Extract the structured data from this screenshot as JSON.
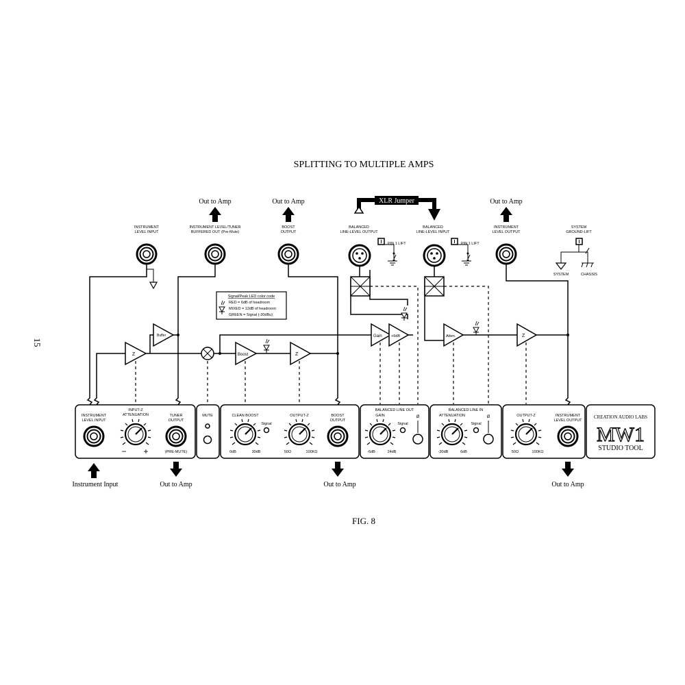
{
  "page_number": "15",
  "title": "SPLITTING TO MULTIPLE AMPS",
  "figure_caption": "FIG. 8",
  "arrows": {
    "out_to_amp": "Out to Amp",
    "instrument_input": "Instrument Input"
  },
  "xlr_jumper": "XLR Jumper",
  "top_jacks": {
    "instrument_level_input": [
      "INSTRUMENT",
      "LEVEL INPUT"
    ],
    "buffered_out": [
      "INSTRUMENT LEVEL/TUNER",
      "BUFFERED OUT (Pre-Mute)"
    ],
    "boost_output": [
      "BOOST",
      "OUTPUT"
    ],
    "balanced_line_output": [
      "BALANCED",
      "LINE-LEVEL OUTPUT"
    ],
    "balanced_line_input": [
      "BALANCED",
      "LINE-LEVEL INPUT"
    ],
    "instrument_level_output": [
      "INSTRUMENT",
      "LEVEL OUTPUT"
    ],
    "system_ground_lift": [
      "SYSTEM",
      "GROUND-LIFT"
    ]
  },
  "pin1_lift": "PIN 1 LIFT",
  "ground": {
    "system": "SYSTEM",
    "chassis": "CHASSIS"
  },
  "led_legend": {
    "title": "Signal/Peak LED color code",
    "red": "RED = 6dB of headroom",
    "mixed": "MIXED = 12dB of headroom",
    "green": "GREEN = Signal (-30dBu)"
  },
  "blocks": {
    "z": "Z",
    "buffer": "Buffer",
    "boost": "Boost",
    "gain": "Gain",
    "plus6db": "+6dB",
    "atten": "Atten."
  },
  "panel": {
    "p1": {
      "inst_input": [
        "INSTRUMENT",
        "LEVEL INPUT"
      ],
      "input_z": [
        "INPUT-Z",
        "ATTENUATION"
      ],
      "minus": "−",
      "plus": "+",
      "tuner": [
        "TUNER",
        "OUTPUT"
      ],
      "pre_mute": "(PRE-MUTE)"
    },
    "mute": "MUTE",
    "p2": {
      "clean_boost": "CLEAN BOOST",
      "signal": "Signal",
      "cb_min": "0dB",
      "cb_max": "30dB",
      "output_z": "OUTPUT-Z",
      "oz_min": "50Ω",
      "oz_max": "100KΩ",
      "boost_output": [
        "BOOST",
        "OUTPUT"
      ]
    },
    "p3": {
      "title": "BALANCED LINE OUT",
      "gain": "GAIN",
      "signal": "Signal",
      "phase": "Ø",
      "min": "-6dB",
      "max": "24dB"
    },
    "p4": {
      "title": "BALANCED LINE IN",
      "attenuation": "ATTENUATION",
      "signal": "Signal",
      "phase": "Ø",
      "min": "-30dB",
      "max": "6dB"
    },
    "p5": {
      "output_z": "OUTPUT-Z",
      "min": "50Ω",
      "max": "100KΩ",
      "inst_output": [
        "INSTRUMENT",
        "LEVEL OUTPUT"
      ]
    },
    "brand": {
      "maker": "CREATION AUDIO LABS",
      "model": "MW1",
      "product": "STUDIO TOOL"
    }
  }
}
